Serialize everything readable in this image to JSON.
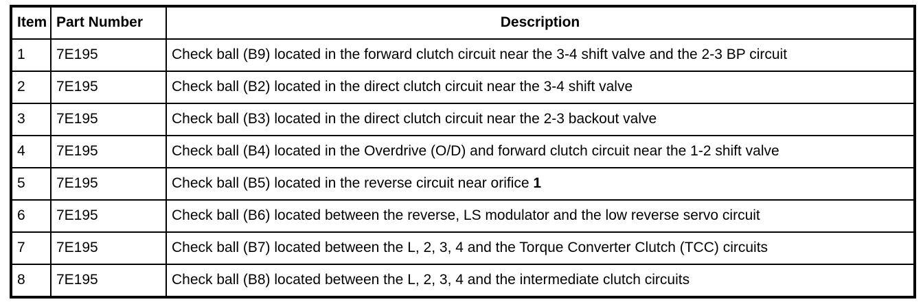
{
  "table": {
    "columns": [
      {
        "key": "item",
        "label": "Item",
        "align": "left"
      },
      {
        "key": "part_number",
        "label": "Part Number",
        "align": "left"
      },
      {
        "key": "description",
        "label": "Description",
        "align": "center"
      }
    ],
    "rows": [
      {
        "item": "1",
        "part_number": "7E195",
        "description": "Check ball (B9) located in the forward clutch circuit near the 3-4 shift valve and the 2-3 BP circuit"
      },
      {
        "item": "2",
        "part_number": "7E195",
        "description": "Check ball (B2) located in the direct clutch circuit near the 3-4 shift valve"
      },
      {
        "item": "3",
        "part_number": "7E195",
        "description": "Check ball (B3) located in the direct clutch circuit near the 2-3 backout valve"
      },
      {
        "item": "4",
        "part_number": "7E195",
        "description": "Check ball (B4) located in the Overdrive (O/D) and forward clutch circuit near the 1-2 shift valve"
      },
      {
        "item": "5",
        "part_number": "7E195",
        "description": "Check ball (B5) located in the reverse circuit near orifice 1",
        "description_prefix": "Check ball (B5) located in the reverse circuit near orifice ",
        "description_emphasis": "1"
      },
      {
        "item": "6",
        "part_number": "7E195",
        "description": "Check ball (B6) located between the reverse, LS modulator and the low reverse servo circuit"
      },
      {
        "item": "7",
        "part_number": "7E195",
        "description": "Check ball (B7) located between the L, 2, 3, 4 and the Torque Converter Clutch (TCC) circuits"
      },
      {
        "item": "8",
        "part_number": "7E195",
        "description": "Check ball (B8) located between the L, 2, 3, 4 and the intermediate clutch circuits"
      }
    ]
  },
  "style": {
    "border_color": "#000000",
    "text_color": "#000000",
    "background": "#ffffff"
  }
}
